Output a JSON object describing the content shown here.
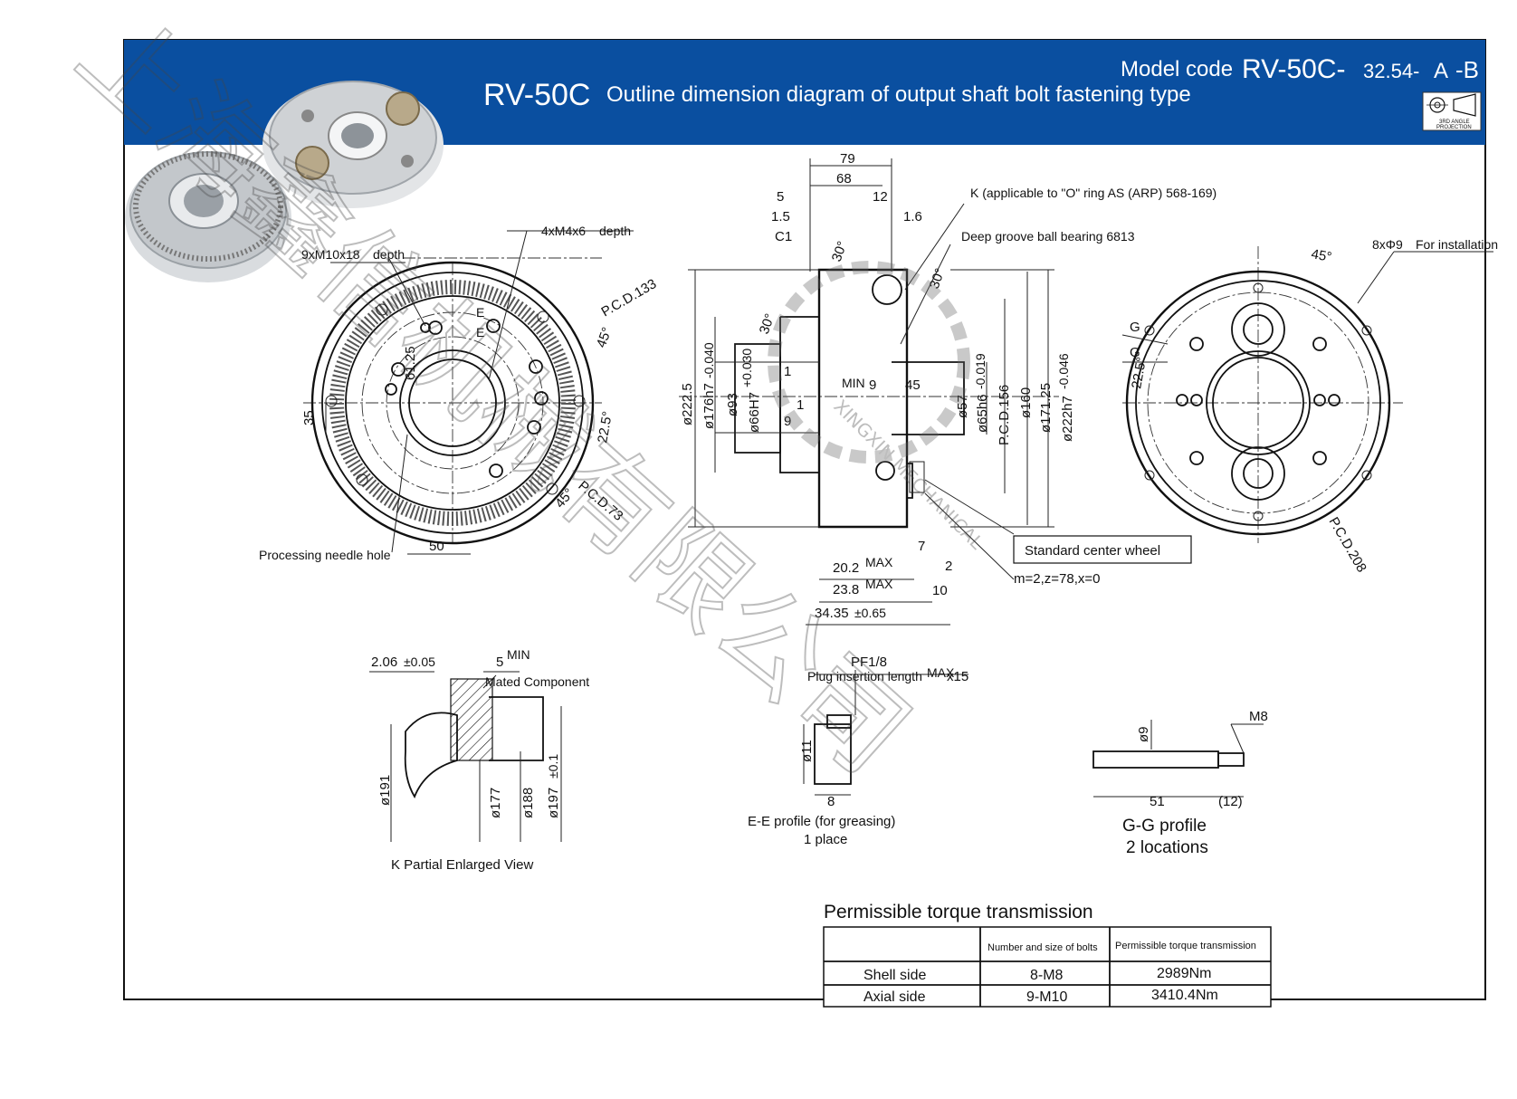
{
  "header": {
    "model_code_label": "Model code",
    "model_code_main": "RV-50C-",
    "model_code_ratio": "32.54-",
    "model_code_a": "A",
    "model_code_b": "-B",
    "series": "RV-50C",
    "title": "Outline dimension diagram of output shaft bolt fastening type",
    "projection_label_1": "3RD ANGLE",
    "projection_label_2": "PROJECTION",
    "band_color": "#0a4fa0"
  },
  "front_view": {
    "tapped_holes": "9xM10x18",
    "tapped_depth": "depth",
    "small_holes": "4xM4x6",
    "small_depth": "depth",
    "pcd133": "P.C.D.133",
    "pcd73": "P.C.D.73",
    "angle45a": "45°",
    "angle45b": "45°",
    "angle225": "22.5°",
    "dim6125": "61.25",
    "dim35": "35",
    "dim50": "50",
    "section_e1": "E",
    "section_e2": "E",
    "needle_hole": "Processing needle hole"
  },
  "side_view": {
    "d79": "79",
    "d68": "68",
    "d5": "5",
    "d15": "1.5",
    "c1": "C1",
    "d12": "12",
    "d16": "1.6",
    "a30a": "30°",
    "a30b": "30°",
    "a30c": "30°",
    "d1a": "1",
    "d1b": "1",
    "d9a": "9",
    "d9b": "9",
    "min_lbl": "MIN",
    "d45": "45",
    "k_note": "K (applicable to \"O\" ring AS (ARP) 568-169)",
    "bearing_note": "Deep groove ball bearing 6813",
    "phi2225": "ø222.5",
    "phi176": "ø176h7",
    "phi176_tol": "-0.040",
    "phi93": "ø93",
    "phi66": "ø66H7",
    "phi66_tol": "+0.030",
    "phi57": "ø57",
    "phi65": "ø65h6",
    "phi65_tol": "-0.019",
    "pcd156": "P.C.D.156",
    "phi160": "ø160",
    "phi17125": "ø171.25",
    "phi222h7": "ø222h7",
    "phi222_tol": "-0.046",
    "center_wheel": "Standard center wheel",
    "gear_spec": "m=2,z=78,x=0",
    "d7": "7",
    "d2": "2",
    "d10": "10",
    "d202": "20.2",
    "d238": "23.8",
    "d3435": "34.35",
    "d3435_tol": "±0.65",
    "max_lbl": "MAX"
  },
  "rear_view": {
    "holes": "8xΦ9",
    "holes_note": "For installation",
    "angle45": "45°",
    "angle225": "22.5°",
    "pcd208": "P.C.D.208",
    "section_g1": "G",
    "section_g2": "G"
  },
  "k_view": {
    "d206": "2.06",
    "d206_tol": "±0.05",
    "d5": "5",
    "min_lbl": "MIN",
    "mated": "Mated Component",
    "phi191": "ø191",
    "phi177": "ø177",
    "phi188": "ø188",
    "phi197": "ø197",
    "phi197_tol": "±0.1",
    "caption": "K Partial Enlarged View"
  },
  "ee_view": {
    "pf": "PF1/8",
    "plug": "Plug insertion length",
    "plug_max": "MAX",
    "plug_val": "x15",
    "phi11": "ø11",
    "d8": "8",
    "caption1": "E-E profile (for greasing)",
    "caption2": "1 place"
  },
  "gg_view": {
    "m8": "M8",
    "phi9": "ø9",
    "d51": "51",
    "d12": "(12)",
    "caption1": "G-G profile",
    "caption2": "2 locations"
  },
  "torque_table": {
    "title": "Permissible torque transmission",
    "headers": [
      "",
      "Number and size of bolts",
      "Permissible torque transmission"
    ],
    "rows": [
      [
        "Shell side",
        "8-M8",
        "2989Nm"
      ],
      [
        "Axial side",
        "9-M10",
        "3410.4Nm"
      ]
    ]
  },
  "watermark": {
    "chinese": "上海鑫信机械有限公司",
    "brand_en": "XINGXIN MECHANICAL"
  }
}
